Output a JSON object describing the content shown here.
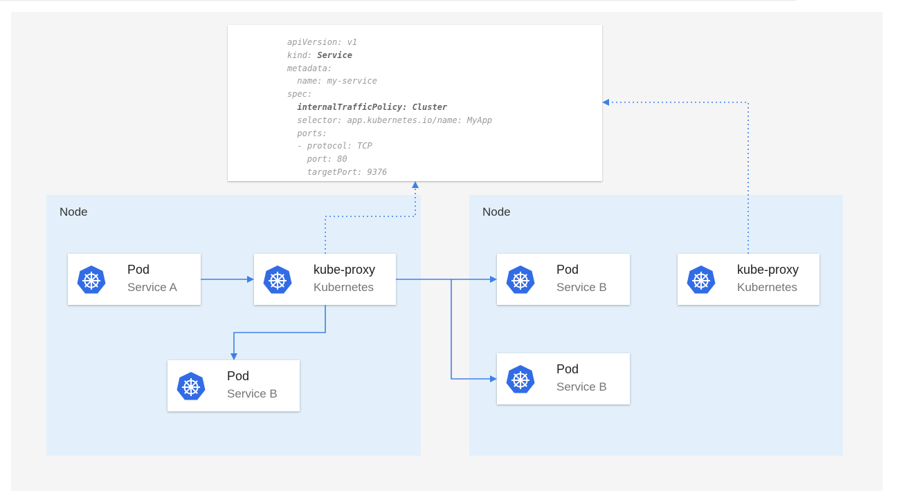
{
  "colors": {
    "accent": "#3f7fe8",
    "node_bg": "#e3f0fb",
    "panel_bg": "#f5f5f5"
  },
  "code": {
    "lines": [
      {
        "indent": 0,
        "key": "apiVersion:",
        "value": " v1",
        "bold": false
      },
      {
        "indent": 0,
        "key": "kind:",
        "value": " Service",
        "bold": "value"
      },
      {
        "indent": 0,
        "key": "metadata:",
        "value": "",
        "bold": false
      },
      {
        "indent": 2,
        "key": "name:",
        "value": " my-service",
        "bold": false
      },
      {
        "indent": 0,
        "key": "spec:",
        "value": "",
        "bold": false
      },
      {
        "indent": 2,
        "key": "internalTrafficPolicy:",
        "value": " Cluster",
        "bold": "all"
      },
      {
        "indent": 2,
        "key": "selector:",
        "value": " app.kubernetes.io/name: MyApp",
        "bold": false
      },
      {
        "indent": 2,
        "key": "ports:",
        "value": "",
        "bold": false
      },
      {
        "indent": 2,
        "key": "- protocol:",
        "value": " TCP",
        "bold": false
      },
      {
        "indent": 4,
        "key": "port:",
        "value": " 80",
        "bold": false
      },
      {
        "indent": 4,
        "key": "targetPort:",
        "value": " 9376",
        "bold": false
      }
    ]
  },
  "nodes": [
    {
      "label": "Node"
    },
    {
      "label": "Node"
    }
  ],
  "cards": {
    "pod_a": {
      "title": "Pod",
      "subtitle": "Service A",
      "icon": "kubernetes-helm-icon"
    },
    "proxy_left": {
      "title": "kube-proxy",
      "subtitle": "Kubernetes",
      "icon": "kubernetes-helm-icon"
    },
    "pod_b_left": {
      "title": "Pod",
      "subtitle": "Service B",
      "icon": "kubernetes-helm-icon"
    },
    "pod_b_right1": {
      "title": "Pod",
      "subtitle": "Service B",
      "icon": "kubernetes-helm-icon"
    },
    "pod_b_right2": {
      "title": "Pod",
      "subtitle": "Service B",
      "icon": "kubernetes-helm-icon"
    },
    "proxy_right": {
      "title": "kube-proxy",
      "subtitle": "Kubernetes",
      "icon": "kubernetes-helm-icon"
    }
  }
}
